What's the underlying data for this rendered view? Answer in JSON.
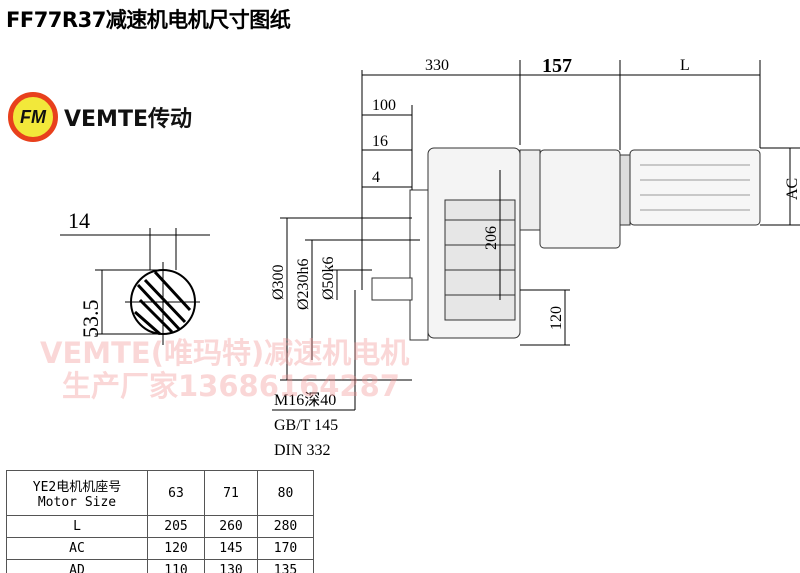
{
  "title": "FF77R37减速机电机尺寸图纸",
  "logo": {
    "mark": "FM",
    "brand": "VEMTE传动"
  },
  "dimensions": {
    "d330": "330",
    "d157": "157",
    "dL": "L",
    "d100": "100",
    "d16": "16",
    "d4": "4",
    "d14": "14",
    "d53": "53.5",
    "d300": "Ø300",
    "d230": "Ø230h6",
    "d50": "Ø50k6",
    "d206": "206",
    "d120": "120",
    "dAC": "AC"
  },
  "notes": {
    "thread": "M16深40",
    "std1": "GB/T 145",
    "std2": "DIN 332"
  },
  "watermark": {
    "line1": "VEMTE(唯玛特)减速机电机",
    "line2": "生产厂家13686164287"
  },
  "table": {
    "header": {
      "label_cn": "YE2电机机座号",
      "label_en": "Motor Size",
      "cols": [
        "63",
        "71",
        "80"
      ]
    },
    "rows": [
      {
        "label": "L",
        "values": [
          "205",
          "260",
          "280"
        ]
      },
      {
        "label": "AC",
        "values": [
          "120",
          "145",
          "170"
        ]
      },
      {
        "label": "AD",
        "values": [
          "110",
          "130",
          "135"
        ]
      }
    ]
  }
}
